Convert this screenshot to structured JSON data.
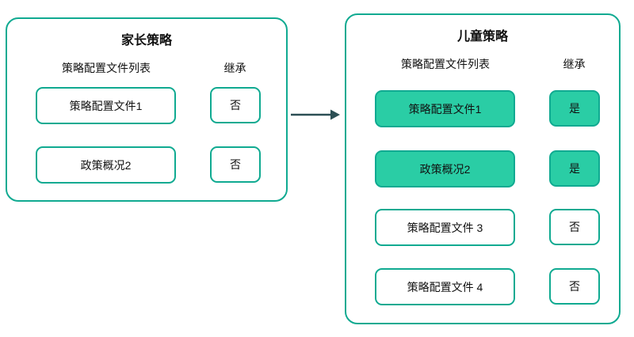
{
  "parent_panel": {
    "title": "家长策略",
    "col_profiles": "策略配置文件列表",
    "col_inherit": "继承",
    "rows": [
      {
        "profile": "策略配置文件1",
        "inherit": "否",
        "highlighted": false
      },
      {
        "profile": "政策概况2",
        "inherit": "否",
        "highlighted": false
      }
    ]
  },
  "child_panel": {
    "title": "儿童策略",
    "col_profiles": "策略配置文件列表",
    "col_inherit": "继承",
    "rows": [
      {
        "profile": "策略配置文件1",
        "inherit": "是",
        "highlighted": true
      },
      {
        "profile": "政策概况2",
        "inherit": "是",
        "highlighted": true
      },
      {
        "profile": "策略配置文件 3",
        "inherit": "否",
        "highlighted": false
      },
      {
        "profile": "策略配置文件 4",
        "inherit": "否",
        "highlighted": false
      }
    ]
  },
  "colors": {
    "border_green": "#10aa91",
    "fill_green": "#2acda5",
    "arrow_dark": "#2c4f54",
    "text": "#111111",
    "background": "#ffffff"
  }
}
